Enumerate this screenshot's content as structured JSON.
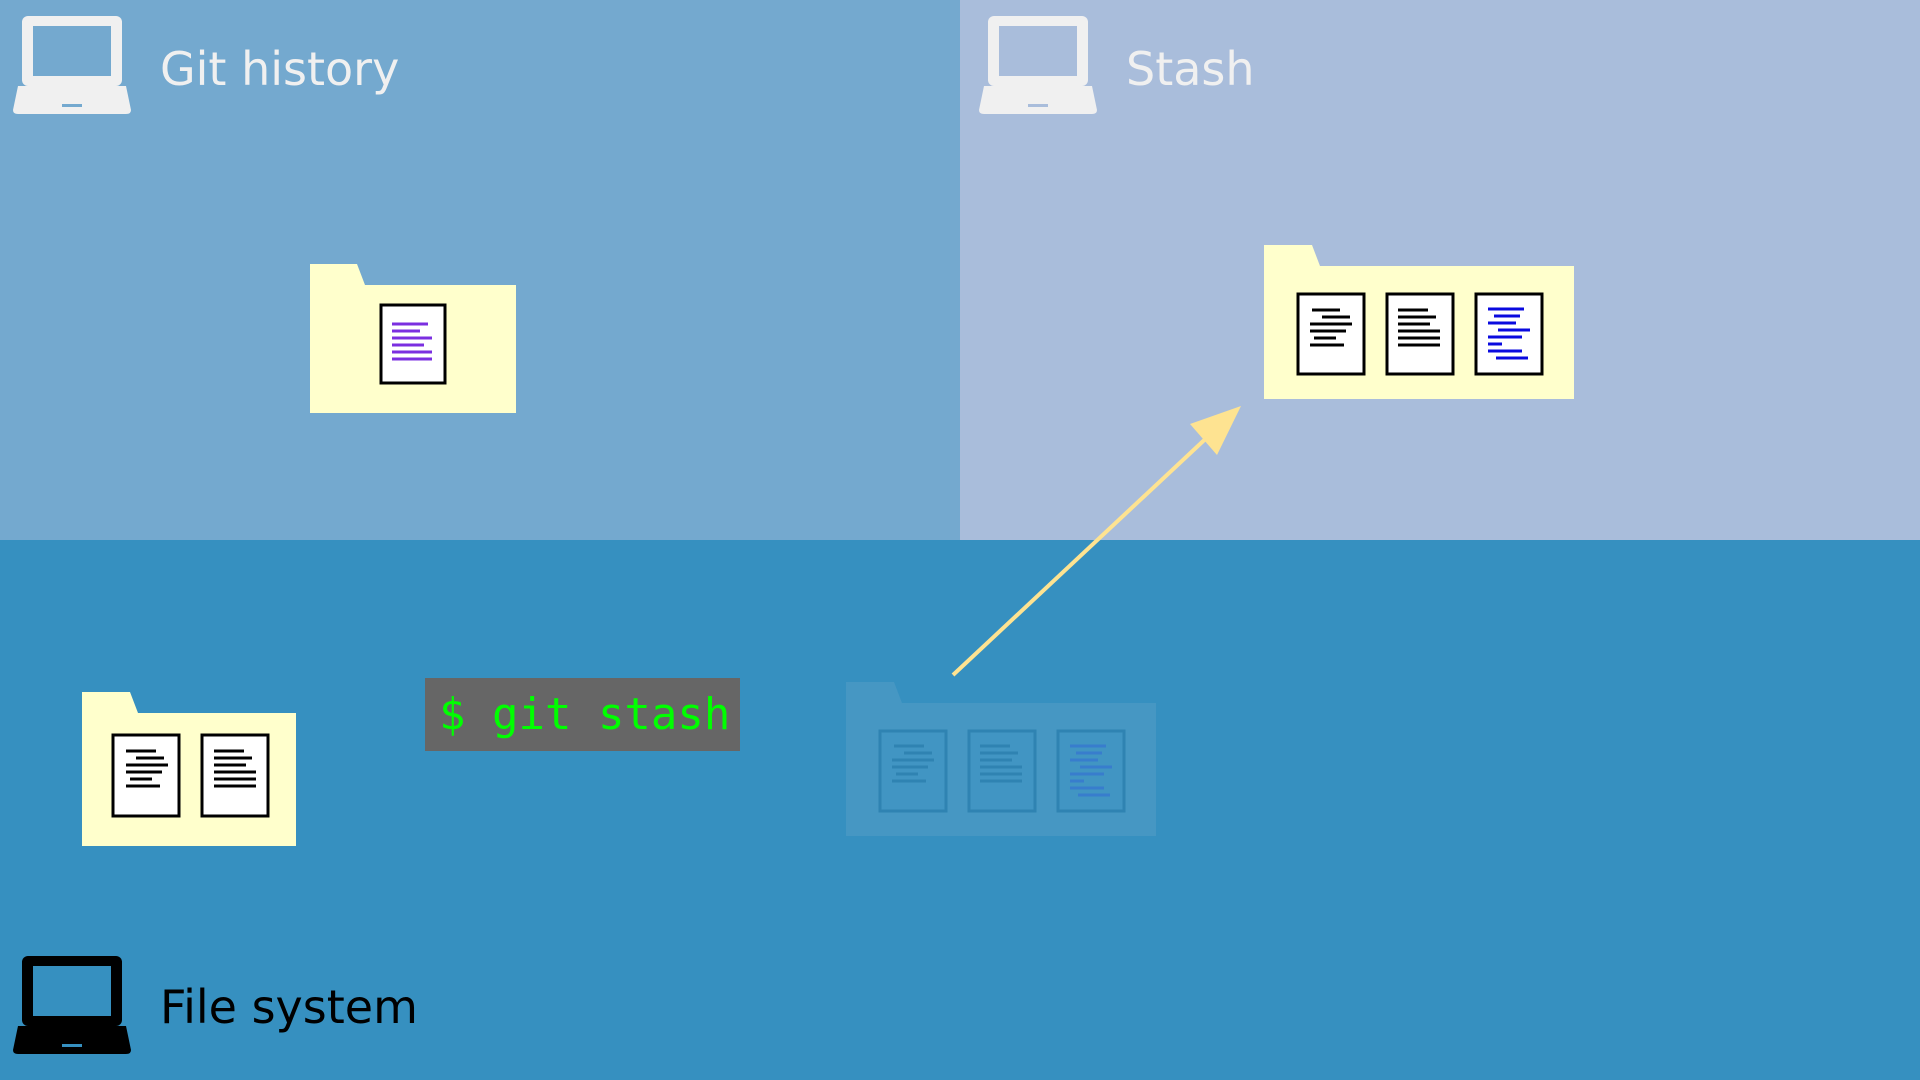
{
  "colors": {
    "history_bg": "#74a9cf",
    "stash_bg": "#a9bddb",
    "filesystem_bg": "#3690c0",
    "folder": "#ffffcc",
    "arrow": "#fee391",
    "command_bg": "#666666",
    "command_text": "#00ff00",
    "file_purple": "#7b2fe0",
    "file_blue": "#0a0adf",
    "title_light": "#f0f0f0",
    "title_dark": "#000000"
  },
  "panels": {
    "history": {
      "title": "Git history",
      "icon": "laptop-icon"
    },
    "stash": {
      "title": "Stash",
      "icon": "laptop-icon"
    },
    "filesystem": {
      "title": "File system",
      "icon": "laptop-icon"
    }
  },
  "command": {
    "text": "$ git stash"
  }
}
